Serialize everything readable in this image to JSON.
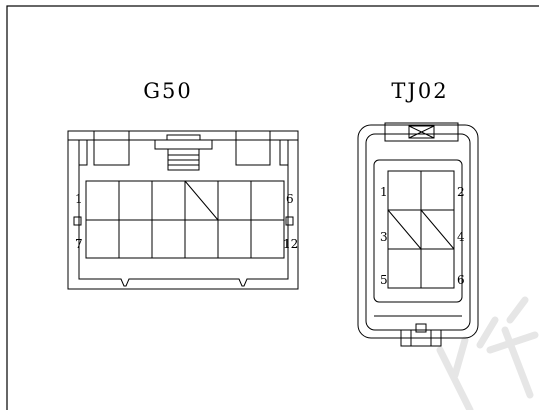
{
  "colors": {
    "line": "#000000",
    "background": "#ffffff",
    "watermark": "#e6e6e6"
  },
  "connectors": [
    {
      "label": "G50",
      "pins": [
        "1",
        "6",
        "7",
        "12"
      ]
    },
    {
      "label": "TJ02",
      "pins": [
        "1",
        "2",
        "3",
        "4",
        "5",
        "6"
      ]
    }
  ]
}
